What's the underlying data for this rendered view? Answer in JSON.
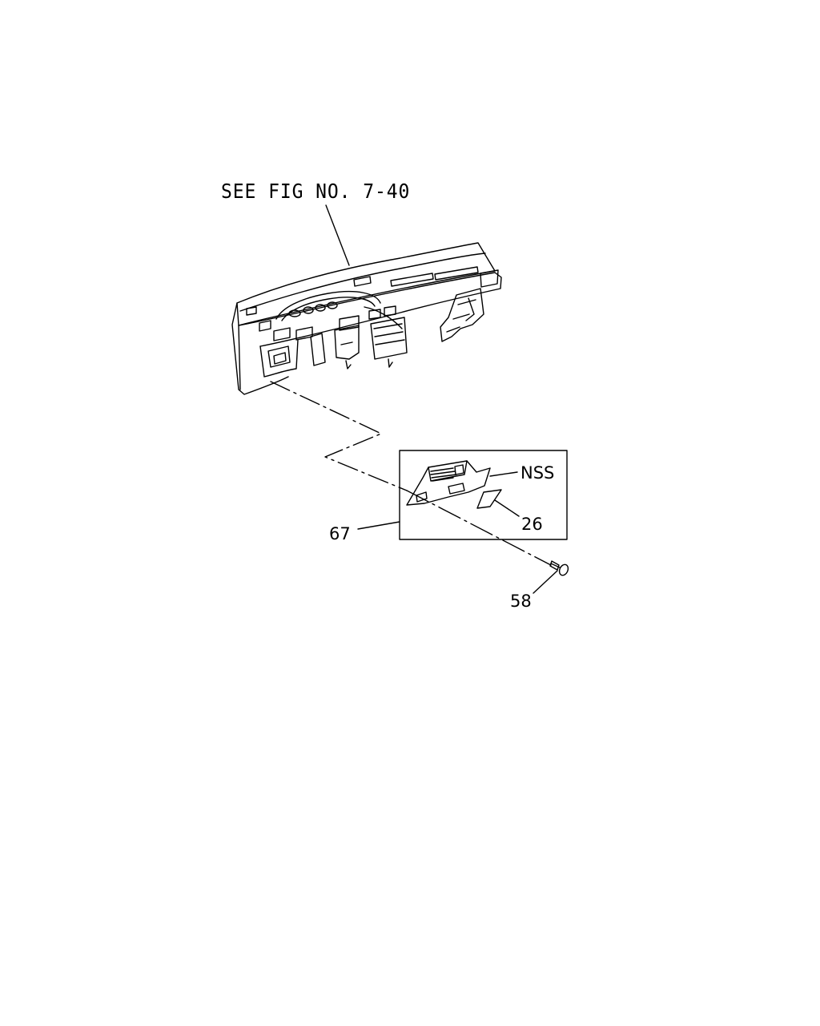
{
  "diagram": {
    "reference_label": "SEE FIG NO. 7-40",
    "callouts": {
      "nss": "NSS",
      "part_26": "26",
      "part_67": "67",
      "part_58": "58"
    },
    "colors": {
      "line": "#000000",
      "background": "#ffffff"
    }
  }
}
